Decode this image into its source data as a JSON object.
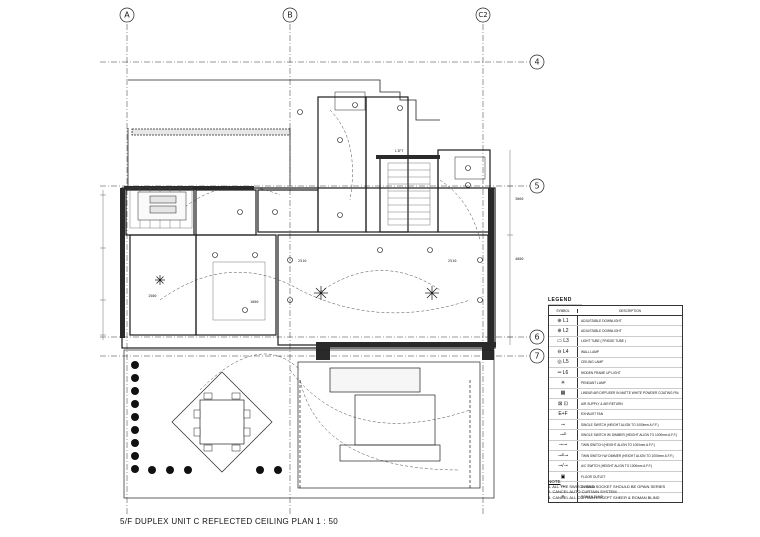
{
  "grid": {
    "columns": [
      "A",
      "B",
      "C2"
    ],
    "rows": [
      "4",
      "5",
      "6",
      "7"
    ]
  },
  "plan_title": "5/F DUPLEX UNIT C REFLECTED CEILING PLAN 1 : 50",
  "legend": {
    "title": "LEGEND",
    "header_symbol": "SYMBOL",
    "header_description": "DESCRIPTION",
    "items": [
      {
        "symbol": "⊕ L1",
        "description": "ADJUSTABLE DOWNLIGHT"
      },
      {
        "symbol": "⊕ L2",
        "description": "ADJUSTABLE DOWNLIGHT"
      },
      {
        "symbol": "▭ L3",
        "description": "LIGHT TUBE ( FRIDGE TUBE )"
      },
      {
        "symbol": "⊖ L4",
        "description": "WALL LAMP"
      },
      {
        "symbol": "◎ L5",
        "description": "CEILING LAMP"
      },
      {
        "symbol": "═ L6",
        "description": "HIDDEN FRAME UP LIGHT"
      },
      {
        "symbol": "✳",
        "description": "PENDANT LAMP"
      },
      {
        "symbol": "▦",
        "description": "LINEAR AIR DIFFUSER IN MATTE WHITE POWDER COATING FIN."
      },
      {
        "symbol": "⊠ ⊡",
        "description": "AIR SUPPLY & AIR RETURN"
      },
      {
        "symbol": "E+F",
        "description": "EXHAUST FAN"
      },
      {
        "symbol": "⊸",
        "description": "SINGLE SWITCH (HEIGHT ALIGN TO 1000mm A.F.F.)"
      },
      {
        "symbol": "⊸ᴰ",
        "description": "SINGLE SWITCH W/ DIMMER (HEIGHT ALIGN TO 1000mm A.F.F.)"
      },
      {
        "symbol": "⊸⊸",
        "description": "TWIN SWITCH (HEIGHT ALIGN TO 1000mm A.F.F.)"
      },
      {
        "symbol": "⊸ᴰ⊸",
        "description": "TWIN SWITCH W/ DIMMER (HEIGHT ALIGN TO 1000mm A.F.F.)"
      },
      {
        "symbol": "⊸/⊸",
        "description": "A/C SWITCH (HEIGHT ALIGN TO 1000mm A.F.F.)"
      },
      {
        "symbol": "▣",
        "description": "FLOOR OUTLET"
      },
      {
        "symbol": "〰",
        "description": "CURTAIN"
      },
      {
        "symbol": "≡",
        "description": "ROMAN BLIND"
      }
    ]
  },
  "notes": {
    "title": "NOTE",
    "lines": [
      "1. ALL THE SWITCH AND SOCKET SHOULD BE GPAIN SERIES",
      "2. CANCEL AUTO CURTAIN SYSTEM",
      "3. CANCEL ALL CURTAIN EXCEPT SHEER & ROMAN BLIND"
    ]
  },
  "labels": {
    "lift": "LIFT",
    "dim_a": "1500",
    "dim_b": "1000",
    "dim_c": "2510",
    "dim_d": "2510",
    "dim_e": "4000",
    "dim_f": "3060"
  },
  "colors": {
    "line": "#1a1a1a",
    "wall": "#2a2a2a",
    "hatch": "#555555",
    "tree": "#111111"
  }
}
